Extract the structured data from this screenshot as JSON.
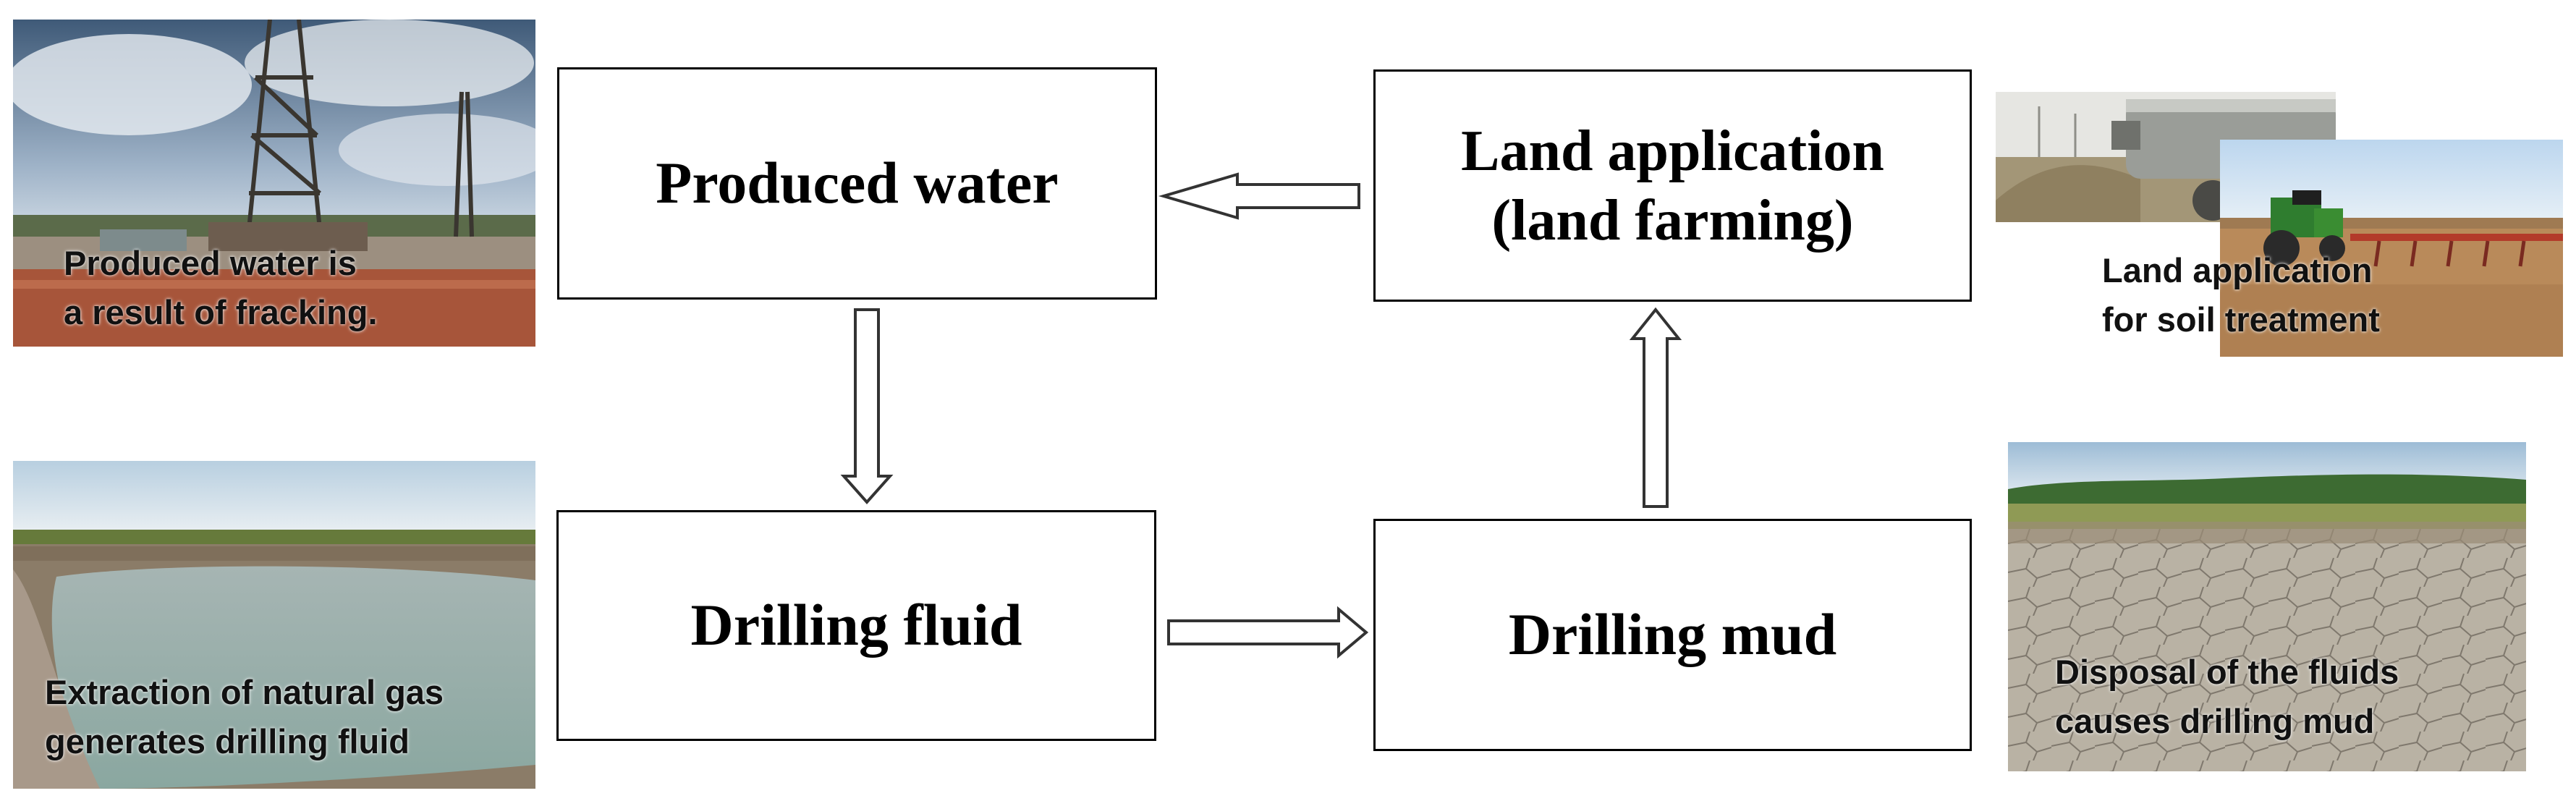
{
  "boxes": {
    "produced_water": "Produced water",
    "land_application": "Land application\n(land farming)",
    "drilling_fluid": "Drilling fluid",
    "drilling_mud": "Drilling mud"
  },
  "captions": {
    "rig": "Produced water is\na result of fracking.",
    "pond": "Extraction of natural gas\ngenerates drilling fluid",
    "soil": "Land application\nfor soil treatment",
    "cracked": "Disposal of the fluids\ncauses drilling mud"
  },
  "colors": {
    "box_border": "#000000",
    "arrow_fill": "#ffffff",
    "arrow_stroke": "#333333"
  }
}
